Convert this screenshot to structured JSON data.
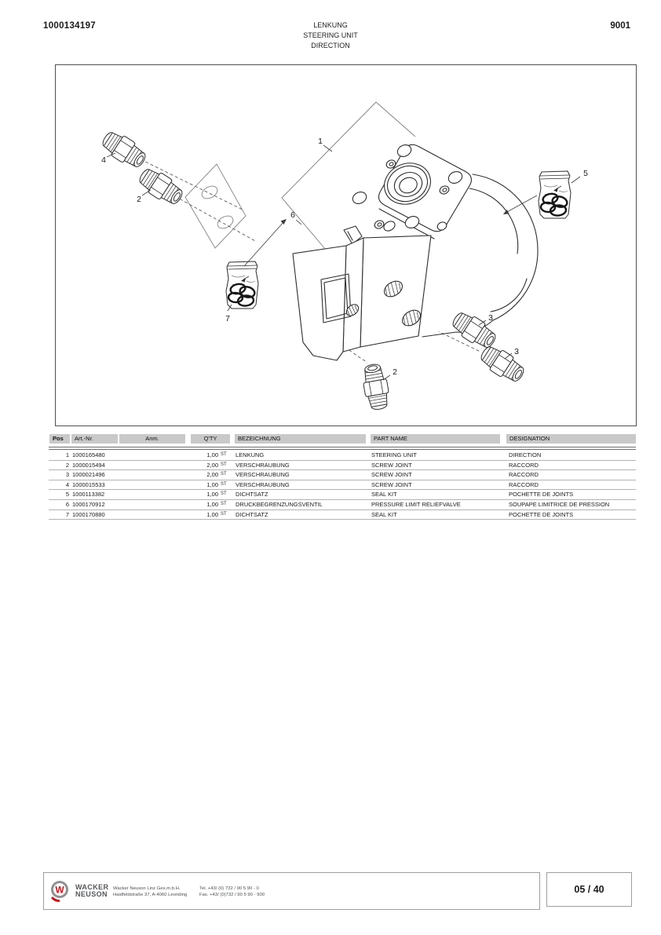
{
  "header": {
    "doc_number": "1000134197",
    "title_de": "LENKUNG",
    "title_en": "STEERING UNIT",
    "title_fr": "DIRECTION",
    "page_code": "9001"
  },
  "diagram": {
    "callouts": {
      "c1": "1",
      "c2": "2",
      "c3": "3",
      "c4": "4",
      "c5": "5",
      "c6": "6",
      "c7": "7"
    }
  },
  "table": {
    "headers": {
      "pos": "Pos",
      "art": "Art.-Nr.",
      "anm": "Anm.",
      "qty": "Q'TY",
      "bez": "BEZEICHNUNG",
      "part": "PART NAME",
      "desig": "DESIGNATION"
    },
    "rows": [
      {
        "pos": "1",
        "art": "1000165480",
        "anm": "",
        "qty": "1,00",
        "unit": "ST",
        "bez": "LENKUNG",
        "part": "STEERING UNIT",
        "desig": "DIRECTION"
      },
      {
        "pos": "2",
        "art": "1000015494",
        "anm": "",
        "qty": "2,00",
        "unit": "ST",
        "bez": "VERSCHRAUBUNG",
        "part": "SCREW JOINT",
        "desig": "RACCORD"
      },
      {
        "pos": "3",
        "art": "1000021496",
        "anm": "",
        "qty": "2,00",
        "unit": "ST",
        "bez": "VERSCHRAUBUNG",
        "part": "SCREW JOINT",
        "desig": "RACCORD"
      },
      {
        "pos": "4",
        "art": "1000015533",
        "anm": "",
        "qty": "1,00",
        "unit": "ST",
        "bez": "VERSCHRAUBUNG",
        "part": "SCREW JOINT",
        "desig": "RACCORD"
      },
      {
        "pos": "5",
        "art": "1000113382",
        "anm": "",
        "qty": "1,00",
        "unit": "ST",
        "bez": "DICHTSATZ",
        "part": "SEAL KIT",
        "desig": "POCHETTE DE JOINTS"
      },
      {
        "pos": "6",
        "art": "1000170912",
        "anm": "",
        "qty": "1,00",
        "unit": "ST",
        "bez": "DRUCKBEGRENZUNGSVENTIL",
        "part": "PRESSURE LIMIT RELIEFVALVE",
        "desig": "SOUPAPE LIMITRICE DE PRESSION"
      },
      {
        "pos": "7",
        "art": "1000170880",
        "anm": "",
        "qty": "1,00",
        "unit": "ST",
        "bez": "DICHTSATZ",
        "part": "SEAL KIT",
        "desig": "POCHETTE DE JOINTS"
      }
    ]
  },
  "footer": {
    "logo_letter": "W",
    "brand_line1": "WACKER",
    "brand_line2": "NEUSON",
    "company": "Wacker Neuson Linz  Ges.m.b.H.",
    "address": "Haidfeldstraße 37, A-4060 Leonding",
    "tel": "Tel. +43/ (0) 732 / 90 5 90 - 0",
    "fax": "Fax. +43/ (0)732 / 90 5 90 - 900",
    "page": "05 / 40"
  },
  "colors": {
    "accent_red": "#c5161d",
    "line_dark": "#2e2e2e",
    "table_header_bg": "#c9c9c9"
  }
}
